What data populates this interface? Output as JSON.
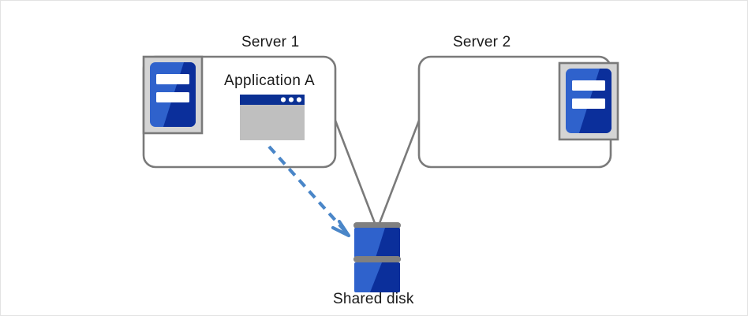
{
  "diagram": {
    "type": "cluster-failover-architecture",
    "background_color": "#ffffff",
    "frame_border_color": "#e3e3e3",
    "nodes": {
      "server1": {
        "label": "Server 1",
        "icon_name": "server-icon",
        "icon_position": "top-left",
        "state": "active",
        "contains_application": true
      },
      "server2": {
        "label": "Server 2",
        "icon_name": "server-icon",
        "icon_position": "top-right",
        "state": "standby",
        "contains_application": false
      },
      "application_a": {
        "label": "Application A",
        "icon_name": "application-window-icon",
        "titlebar_color": "#0a3093",
        "body_color": "#bfbfbf",
        "dot_count": 3
      },
      "shared_disk": {
        "label": "Shared disk",
        "icon_name": "database-disk-icon",
        "segment_count": 2,
        "color_light": "#2f62cc",
        "color_dark": "#0b2f9b",
        "bar_color": "#808080"
      }
    },
    "connectors": [
      {
        "name": "server1-to-shared-disk",
        "from": "server1",
        "to": "shared_disk",
        "style": "solid",
        "color": "#7a7a7a"
      },
      {
        "name": "server2-to-shared-disk",
        "from": "server2",
        "to": "shared_disk",
        "style": "solid",
        "color": "#7a7a7a"
      },
      {
        "name": "application-a-to-shared-disk",
        "from": "application_a",
        "to": "shared_disk",
        "style": "dashed",
        "color": "#4a86c8",
        "arrowhead": true
      }
    ],
    "colors": {
      "box_border": "#7a7a7a",
      "icon_frame": "#d4d4d4",
      "icon_frame_border": "#7a7a7a",
      "blue_light": "#2f62cc",
      "blue_dark": "#0b2f9b",
      "accent_dashed": "#4a86c8",
      "text": "#1a1a1a"
    }
  }
}
